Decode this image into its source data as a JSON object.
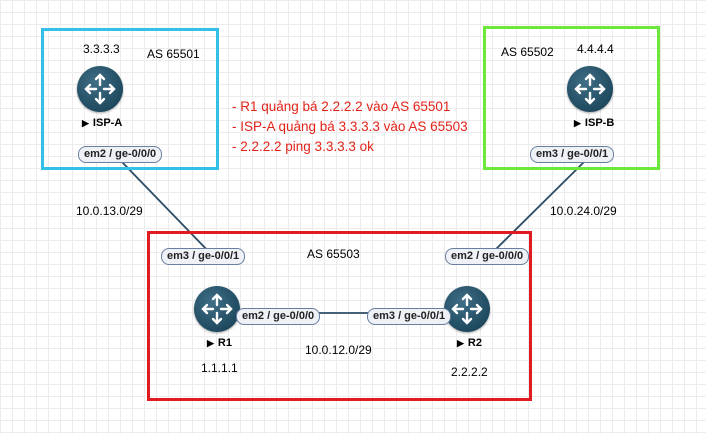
{
  "colors": {
    "box_isp_a": "#33c0e8",
    "box_isp_b": "#6ce83a",
    "box_as65503": "#e01b22",
    "notes_text": "#e2231a",
    "router_fill": "#2a5970"
  },
  "icons": {
    "router": "router-icon"
  },
  "isp_a": {
    "as": "AS 65501",
    "loopback": "3.3.3.3",
    "name": "ISP-A",
    "iface": "em2 / ge-0/0/0"
  },
  "isp_b": {
    "as": "AS 65502",
    "loopback": "4.4.4.4",
    "name": "ISP-B",
    "iface": "em3 / ge-0/0/1"
  },
  "core": {
    "as": "AS 65503",
    "r1": {
      "name": "R1",
      "loopback": "1.1.1.1",
      "iface_up": "em3 / ge-0/0/1",
      "iface_link": "em2 / ge-0/0/0"
    },
    "r2": {
      "name": "R2",
      "loopback": "2.2.2.2",
      "iface_up": "em2 / ge-0/0/0",
      "iface_link": "em3 / ge-0/0/1"
    }
  },
  "subnets": {
    "isp_a_r1": "10.0.13.0/29",
    "isp_b_r2": "10.0.24.0/29",
    "r1_r2": "10.0.12.0/29"
  },
  "notes": [
    "- R1 quảng bá 2.2.2.2 vào AS 65501",
    "- ISP-A quảng bá 3.3.3.3 vào AS 65503",
    "- 2.2.2.2 ping 3.3.3.3 ok"
  ]
}
